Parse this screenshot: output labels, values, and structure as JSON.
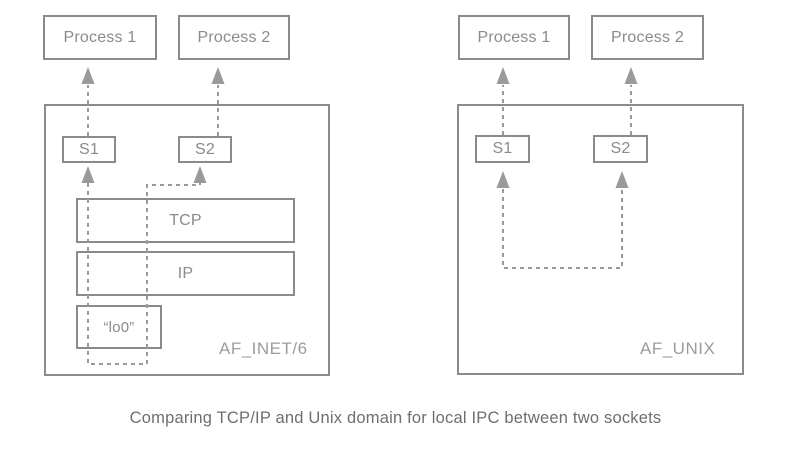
{
  "caption": "Comparing TCP/IP and Unix domain for local IPC between two sockets",
  "left_diagram": {
    "domain_label": "AF_INET/6",
    "process1": "Process 1",
    "process2": "Process 2",
    "socket1": "S1",
    "socket2": "S2",
    "layer_tcp": "TCP",
    "layer_ip": "IP",
    "loopback_interface": "“lo0”"
  },
  "right_diagram": {
    "domain_label": "AF_UNIX",
    "process1": "Process 1",
    "process2": "Process 2",
    "socket1": "S1",
    "socket2": "S2"
  },
  "colors": {
    "box_border": "#8b8b8b",
    "box_text": "#8a8a8a",
    "dashed_line": "#9a9a9a",
    "domain_label_text": "#9c9c9c",
    "caption_text": "#6e6e6e",
    "background": "#ffffff"
  }
}
